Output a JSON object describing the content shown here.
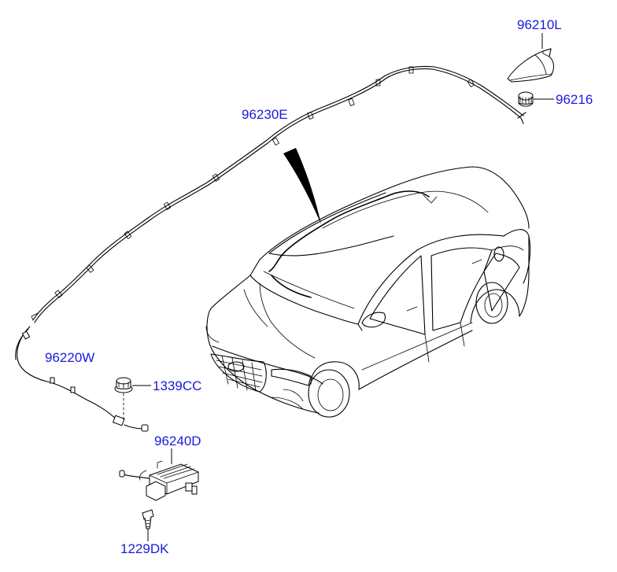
{
  "labels": {
    "antenna": "96210L",
    "antenna_pad": "96216",
    "roof_cable": "96230E",
    "extension_cable": "96220W",
    "clip_nut": "1339CC",
    "amplifier_module": "96240D",
    "bolt": "1229DK"
  },
  "colors": {
    "label": "#1a1adc",
    "line": "#000000",
    "background": "#ffffff"
  },
  "icons": {
    "antenna": "shark-fin-antenna-icon",
    "antenna_pad": "rubber-pad-icon",
    "clip_nut": "clip-nut-icon",
    "amplifier_module": "control-module-icon",
    "bolt": "bolt-icon"
  }
}
